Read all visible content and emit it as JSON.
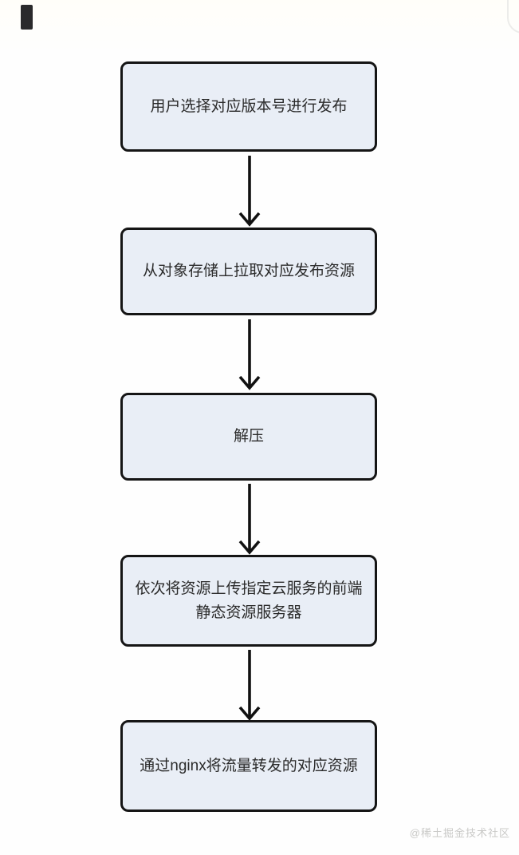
{
  "flowchart": {
    "type": "vertical-flow",
    "node_fill_color": "#e9eef6",
    "node_border_color": "#151515",
    "text_color": "#2b2b2b",
    "arrow_color": "#111111",
    "nodes": [
      {
        "label": "用户选择对应版本号进行发布"
      },
      {
        "label": "从对象存储上拉取对应发布资源"
      },
      {
        "label": "解压"
      },
      {
        "label": "依次将资源上传指定云服务的前端静态资源服务器"
      },
      {
        "label": "通过nginx将流量转发的对应资源"
      }
    ]
  },
  "watermark": {
    "text": "@稀土掘金技术社区",
    "color": "#c9c9c7"
  },
  "background_color": "#fefefd"
}
